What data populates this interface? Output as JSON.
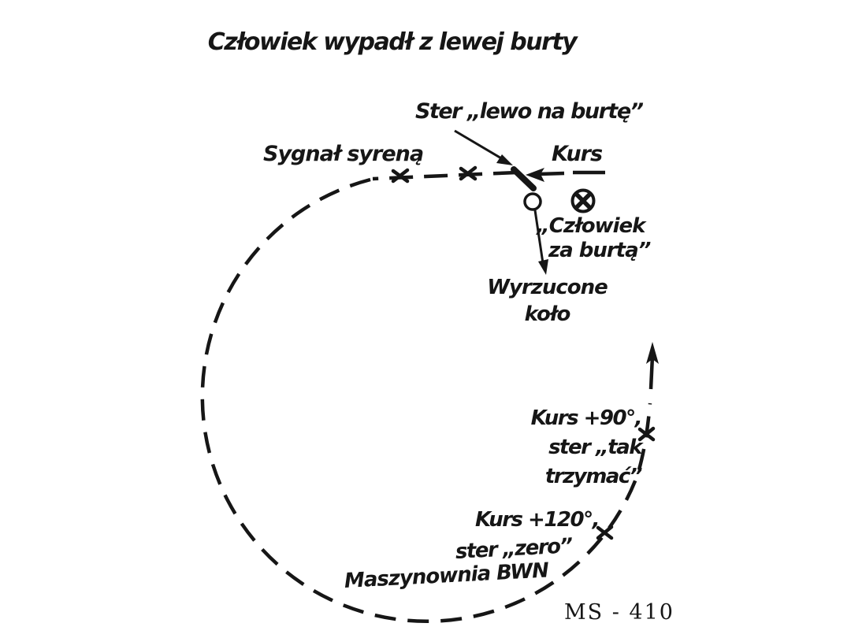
{
  "colors": {
    "paper": "#ffffff",
    "ink": "#161616"
  },
  "diagram": {
    "title": "Człowiek wypadł z lewej burty",
    "code": "MS - 410",
    "labels": {
      "rudder_command": "Ster „lewo na burtę”",
      "course": "Kurs",
      "siren_signal": "Sygnał syreną",
      "man_overboard_1": "„Człowiek",
      "man_overboard_2": "za burtą”",
      "lifebuoy_1": "Wyrzucone",
      "lifebuoy_2": "koło",
      "course_plus_90_1": "Kurs +90°,",
      "course_plus_90_2": "ster „tak",
      "course_plus_90_3": "trzymać”",
      "course_plus_120": "Kurs +120°,",
      "rudder_zero": "ster „zero”",
      "engine_room": "Maszynownia BWN"
    },
    "markers": {
      "man_overboard_symbol": "circled-cross",
      "lifebuoy_symbol": "small-circle",
      "track_fix_symbol": "x-cross",
      "track_style": "dashed-turning-circle"
    }
  }
}
